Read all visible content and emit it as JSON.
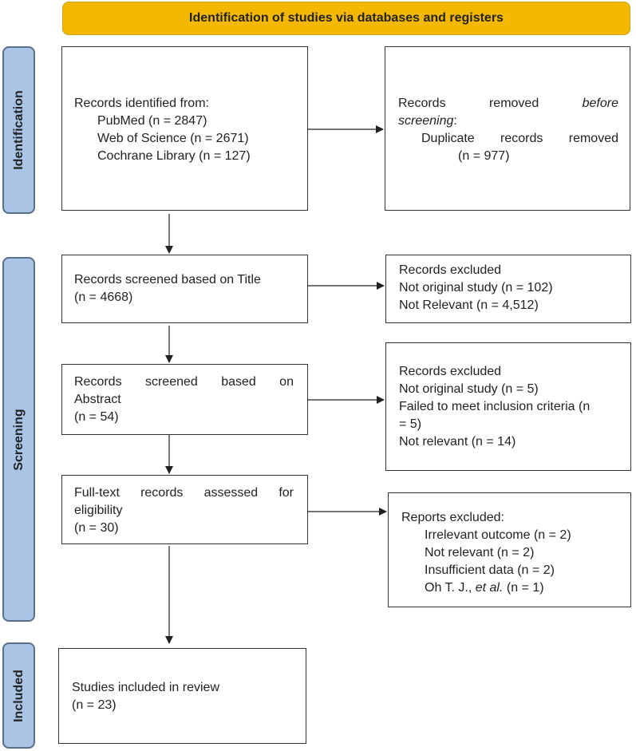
{
  "header": {
    "title": "Identification of studies via databases and registers"
  },
  "phases": {
    "identification": "Identification",
    "screening": "Screening",
    "included": "Included"
  },
  "records_identified": {
    "title": "Records identified from:",
    "sources": [
      "PubMed (n = 2847)",
      "Web of Science (n = 2671)",
      "Cochrane Library (n = 127)"
    ]
  },
  "records_removed": {
    "line1_a": "Records",
    "line1_b": "removed",
    "line1_c": "before",
    "line2_a": "screening",
    "line2_b": ":",
    "line3_a": "Duplicate",
    "line3_b": "records",
    "line3_c": "removed",
    "line4": "(n = 977)"
  },
  "title_screen": {
    "line1": "Records screened based on Title",
    "line2": "(n = 4668)"
  },
  "title_excluded": {
    "title": "Records excluded",
    "items": [
      "Not original study (n = 102)",
      "Not Relevant (n = 4,512)"
    ]
  },
  "abstract_screen": {
    "line1_words": [
      "Records",
      "screened",
      "based",
      "on"
    ],
    "line2": "Abstract",
    "line3": "(n = 54)"
  },
  "abstract_excluded": {
    "title": "Records excluded",
    "item1": "Not original study (n = 5)",
    "item2_a": "Failed to meet inclusion criteria (n",
    "item2_b": "= 5)",
    "item3": "Not relevant (n = 14)"
  },
  "fulltext": {
    "line1_words": [
      "Full-text",
      "records",
      "assessed",
      "for"
    ],
    "line2": "eligibility",
    "line3": "(n = 30)"
  },
  "reports_excluded": {
    "title": "Reports excluded:",
    "items": [
      "Irrelevant outcome (n = 2)",
      "Not relevant (n = 2)",
      "Insufficient data (n = 2)"
    ],
    "last_a": "Oh T. J., ",
    "last_b": "et al.",
    "last_c": " (n = 1)"
  },
  "included": {
    "line1": "Studies included in review",
    "line2": "(n = 23)"
  },
  "colors": {
    "header": "#f5b800",
    "phase": "#a9c4e4",
    "phase_border": "#5a6f8a"
  }
}
